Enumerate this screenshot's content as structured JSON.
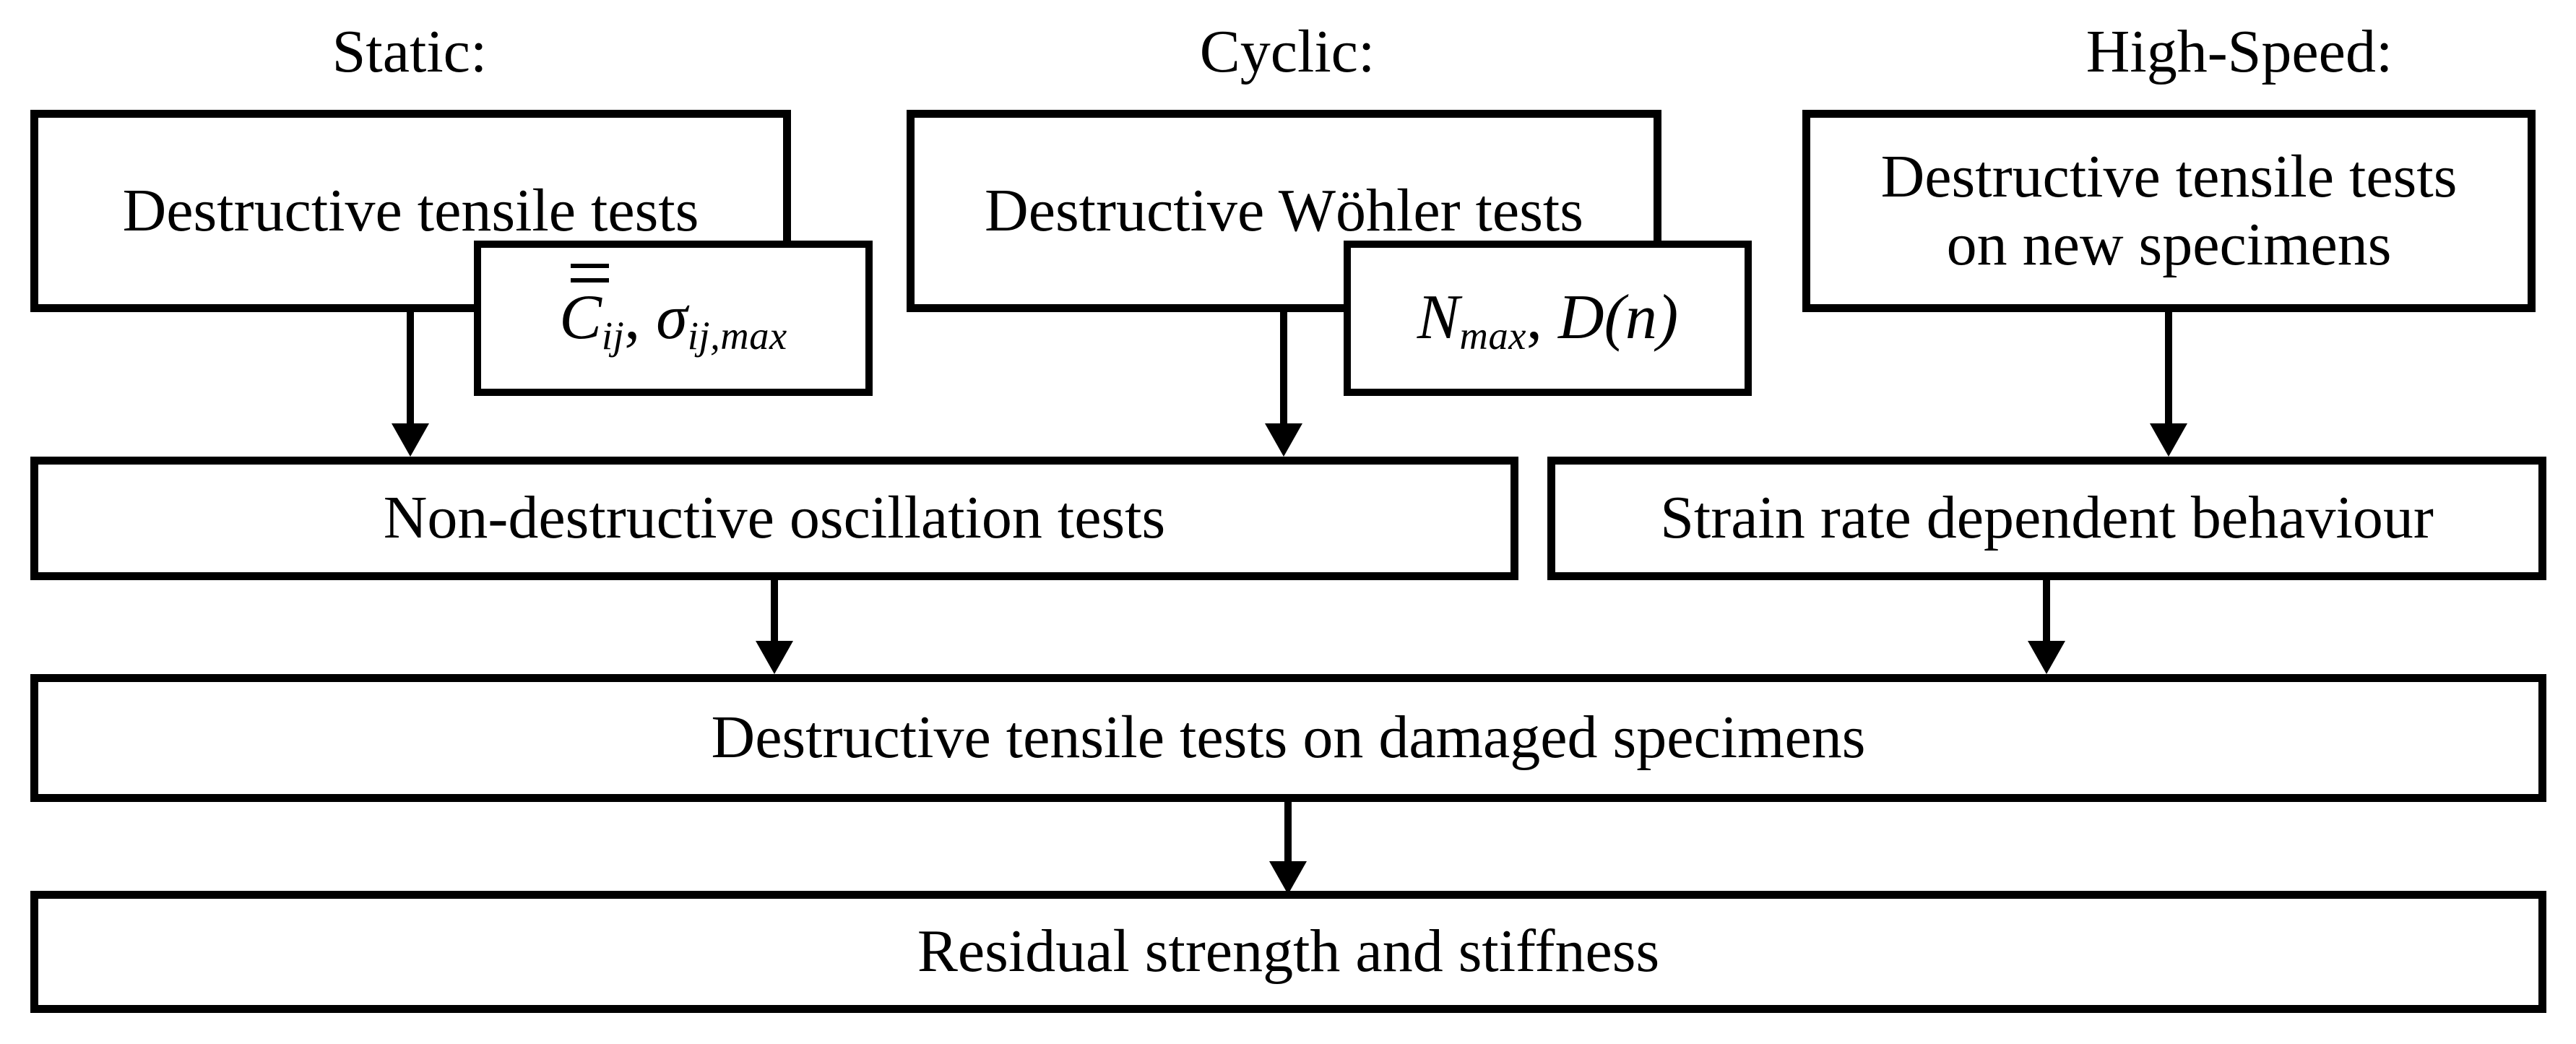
{
  "figure": {
    "type": "flowchart",
    "colors": {
      "background": "#ffffff",
      "line": "#000000",
      "text": "#000000"
    }
  },
  "columns": {
    "static": {
      "title": "Static:"
    },
    "cyclic": {
      "title": "Cyclic:"
    },
    "highspeed": {
      "title": "High-Speed:"
    }
  },
  "boxes": {
    "static_test": "Destructive tensile tests",
    "cyclic_test": "Destructive Wöhler tests",
    "highspeed_test_line1": "Destructive tensile tests",
    "highspeed_test_line2": "on new specimens",
    "oscillation": "Non-destructive oscillation tests",
    "strain_rate": "Strain rate dependent behaviour",
    "damaged": "Destructive tensile tests on damaged specimens",
    "residual": "Residual strength and stiffness"
  },
  "math": {
    "static_outputs": {
      "sym1": "C",
      "sym1_decoration": "double-overline",
      "sym1_sub": "ij",
      "comma": ", ",
      "sym2": "σ",
      "sym2_sub": "ij,max"
    },
    "cyclic_outputs": {
      "sym1": "N",
      "sym1_sub": "max",
      "comma": ", ",
      "sym2": "D(n)"
    }
  }
}
